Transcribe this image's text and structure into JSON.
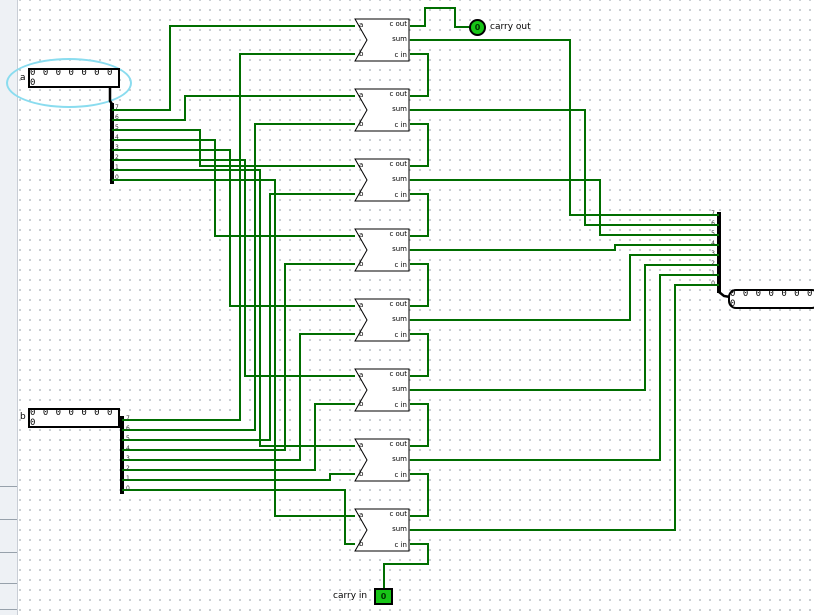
{
  "colors": {
    "wire": "#006e00",
    "bus": "#000000",
    "on": "#17c517",
    "halo": "#8adcef"
  },
  "pins": {
    "a": {
      "label": "a",
      "value": "0 0 0 0 0 0 0 0"
    },
    "b": {
      "label": "b",
      "value": "0 0 0 0 0 0 0 0"
    },
    "result": {
      "value": "0 0 0 0 0 0 0 0"
    },
    "carry_out": {
      "label": "carry out",
      "value": "0"
    },
    "carry_in": {
      "label": "carry in",
      "value": "0"
    }
  },
  "adder": {
    "a": "a",
    "b": "b",
    "cout": "c out",
    "sum": "sum",
    "cin": "c in"
  },
  "bits": [
    "7",
    "6",
    "5",
    "4",
    "3",
    "2",
    "1",
    "0"
  ]
}
